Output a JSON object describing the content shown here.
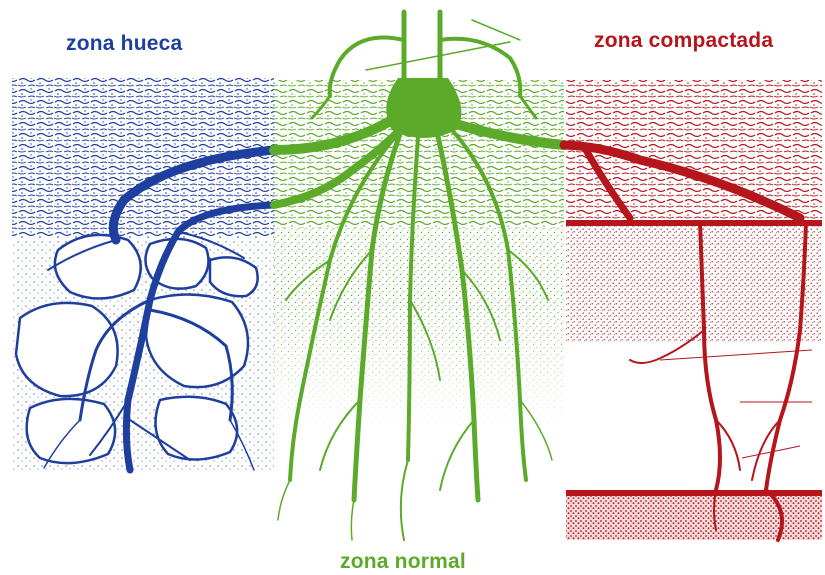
{
  "labels": {
    "hollow": "zona hueca",
    "normal": "zona normal",
    "compacted": "zona compactada"
  },
  "colors": {
    "hollow": "#1f3f9e",
    "normal": "#5caa2a",
    "compacted": "#b4161c",
    "background": "#ffffff"
  }
}
